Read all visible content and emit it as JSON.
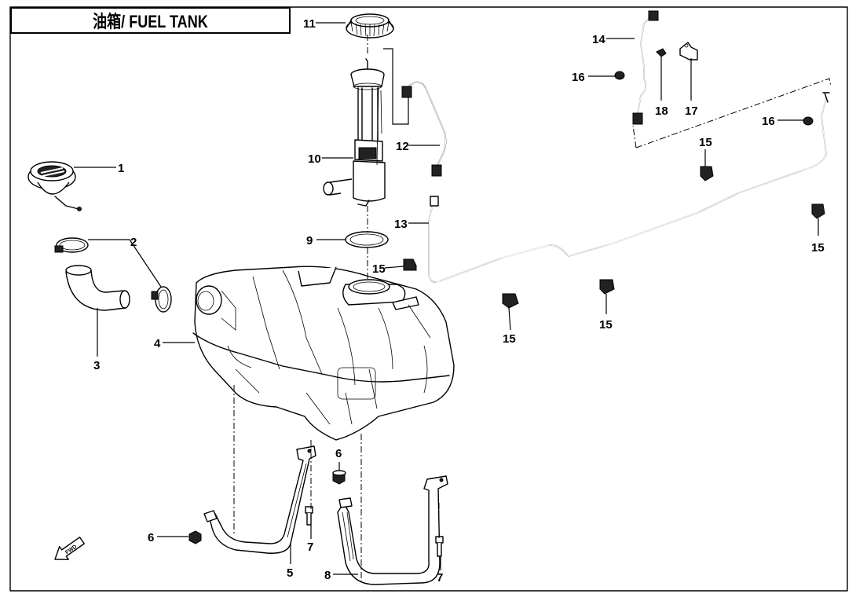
{
  "title": "油箱/ FUEL TANK",
  "front_arrow_label": "FWD",
  "callouts": [
    {
      "id": "c1",
      "label": "1"
    },
    {
      "id": "c2",
      "label": "2"
    },
    {
      "id": "c3",
      "label": "3"
    },
    {
      "id": "c4",
      "label": "4"
    },
    {
      "id": "c5",
      "label": "5"
    },
    {
      "id": "c6a",
      "label": "6"
    },
    {
      "id": "c6b",
      "label": "6"
    },
    {
      "id": "c7a",
      "label": "7"
    },
    {
      "id": "c7b",
      "label": "7"
    },
    {
      "id": "c8",
      "label": "8"
    },
    {
      "id": "c9",
      "label": "9"
    },
    {
      "id": "c10",
      "label": "10"
    },
    {
      "id": "c11",
      "label": "11"
    },
    {
      "id": "c12",
      "label": "12"
    },
    {
      "id": "c13",
      "label": "13"
    },
    {
      "id": "c14",
      "label": "14"
    },
    {
      "id": "c15a",
      "label": "15"
    },
    {
      "id": "c15b",
      "label": "15"
    },
    {
      "id": "c15c",
      "label": "15"
    },
    {
      "id": "c15d",
      "label": "15"
    },
    {
      "id": "c15e",
      "label": "15"
    },
    {
      "id": "c16a",
      "label": "16"
    },
    {
      "id": "c16b",
      "label": "16"
    },
    {
      "id": "c17",
      "label": "17"
    },
    {
      "id": "c18",
      "label": "18"
    }
  ]
}
